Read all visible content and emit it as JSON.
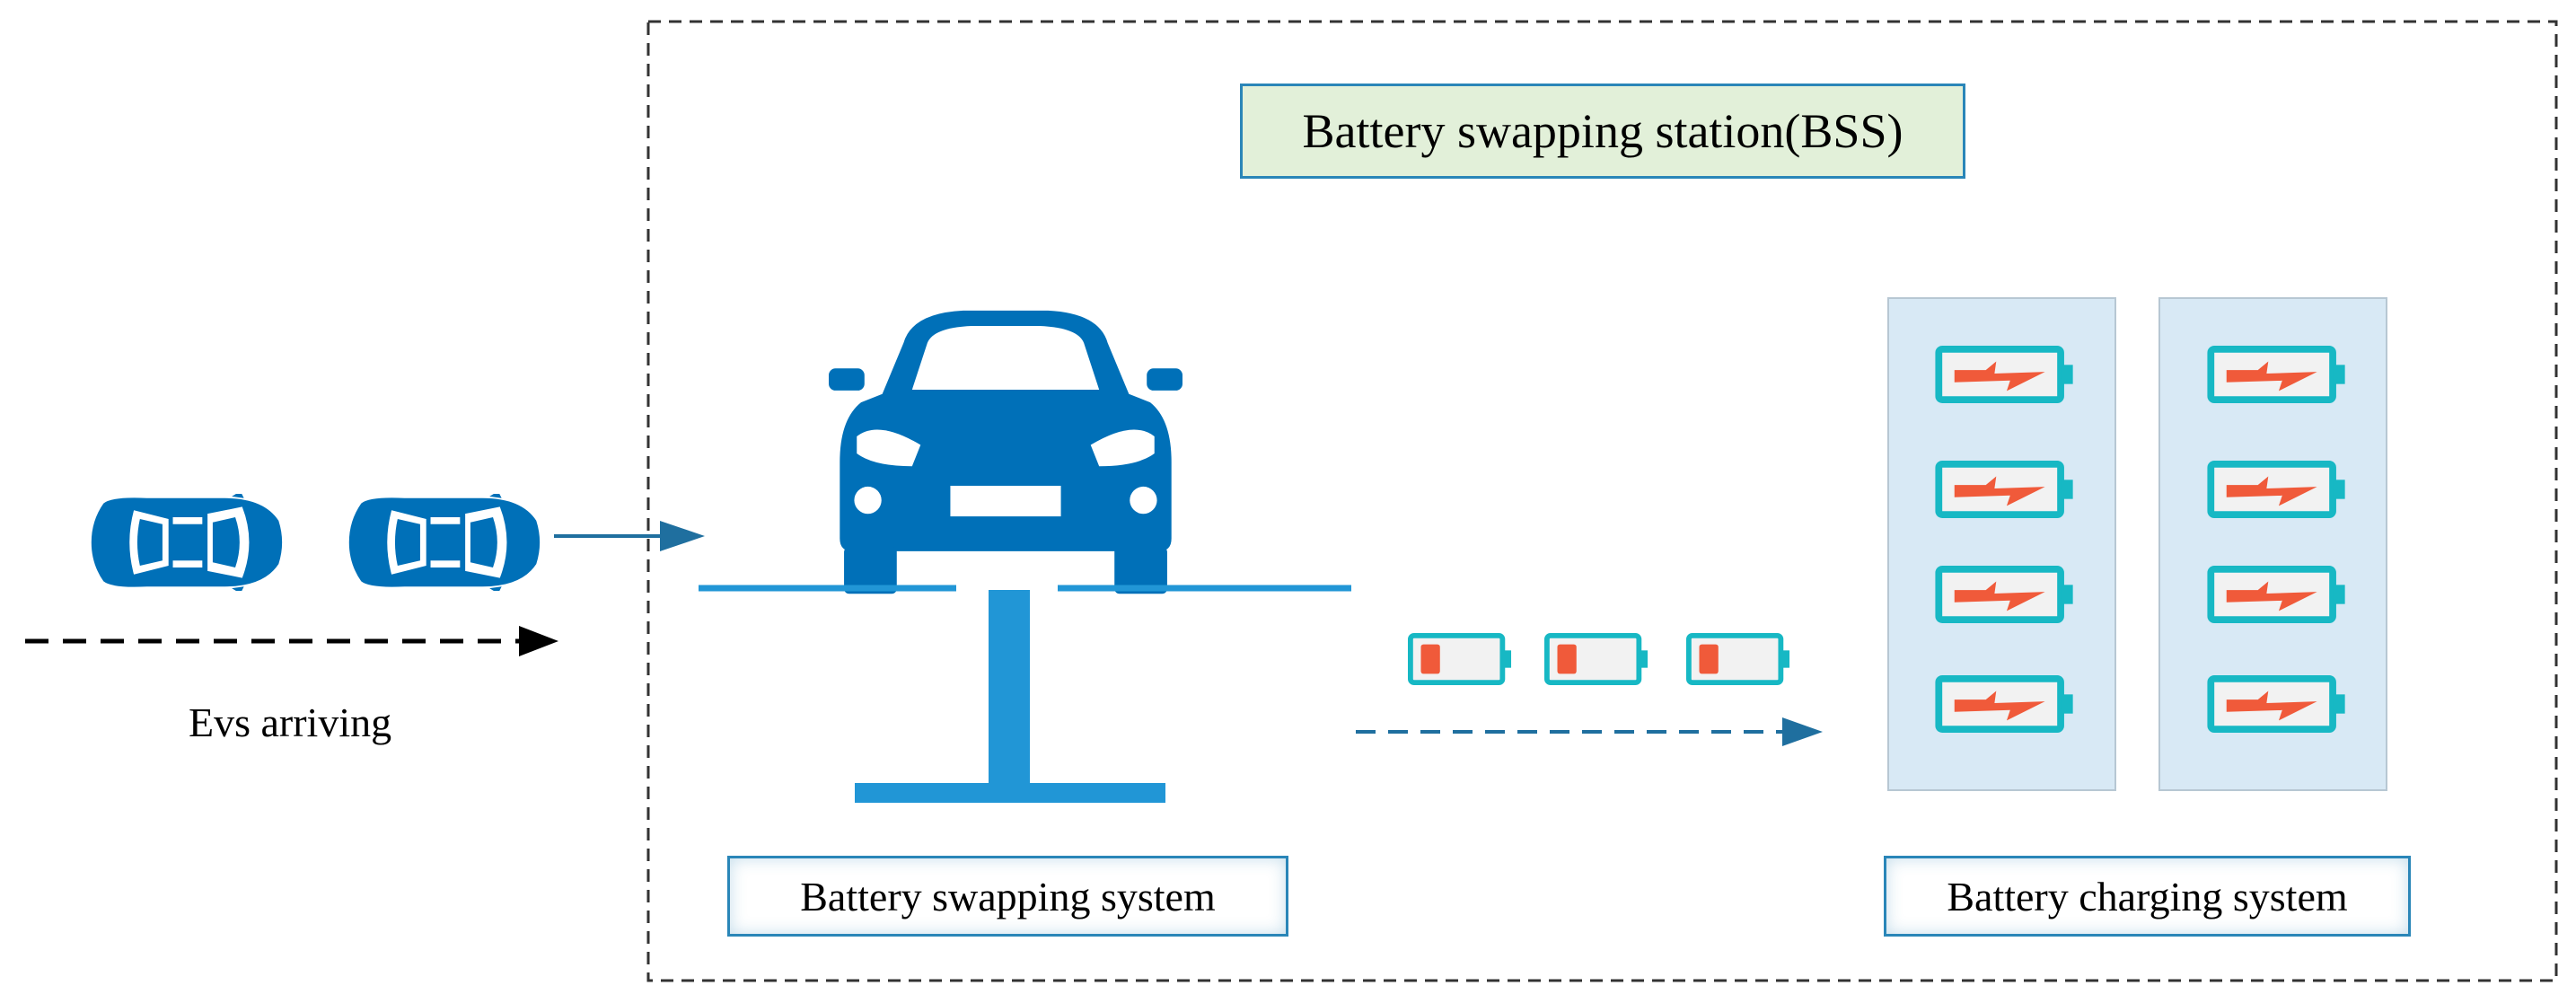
{
  "diagram": {
    "title": "Battery swapping station(BSS)",
    "arrival_label": "Evs arriving",
    "swapping_label": "Battery swapping system",
    "charging_label": "Battery charging system",
    "colors": {
      "vehicle": "#0070b8",
      "lift": "#2196d6",
      "battery_outline": "#17b8c4",
      "charge_bolt": "#f05a3a",
      "rack_fill": "#d8e9f5",
      "title_fill": "#e2f0d9",
      "box_border": "#2a86b8"
    },
    "icons": {
      "arriving_vehicles": [
        "car-top-view-icon",
        "car-top-view-icon"
      ],
      "serviced_vehicle": "car-front-view-icon",
      "depleted_batteries": [
        "low-battery-icon",
        "low-battery-icon",
        "low-battery-icon"
      ],
      "charging_batteries": "charging-battery-icon"
    },
    "rack_count": 2,
    "batteries_per_rack": 4
  }
}
